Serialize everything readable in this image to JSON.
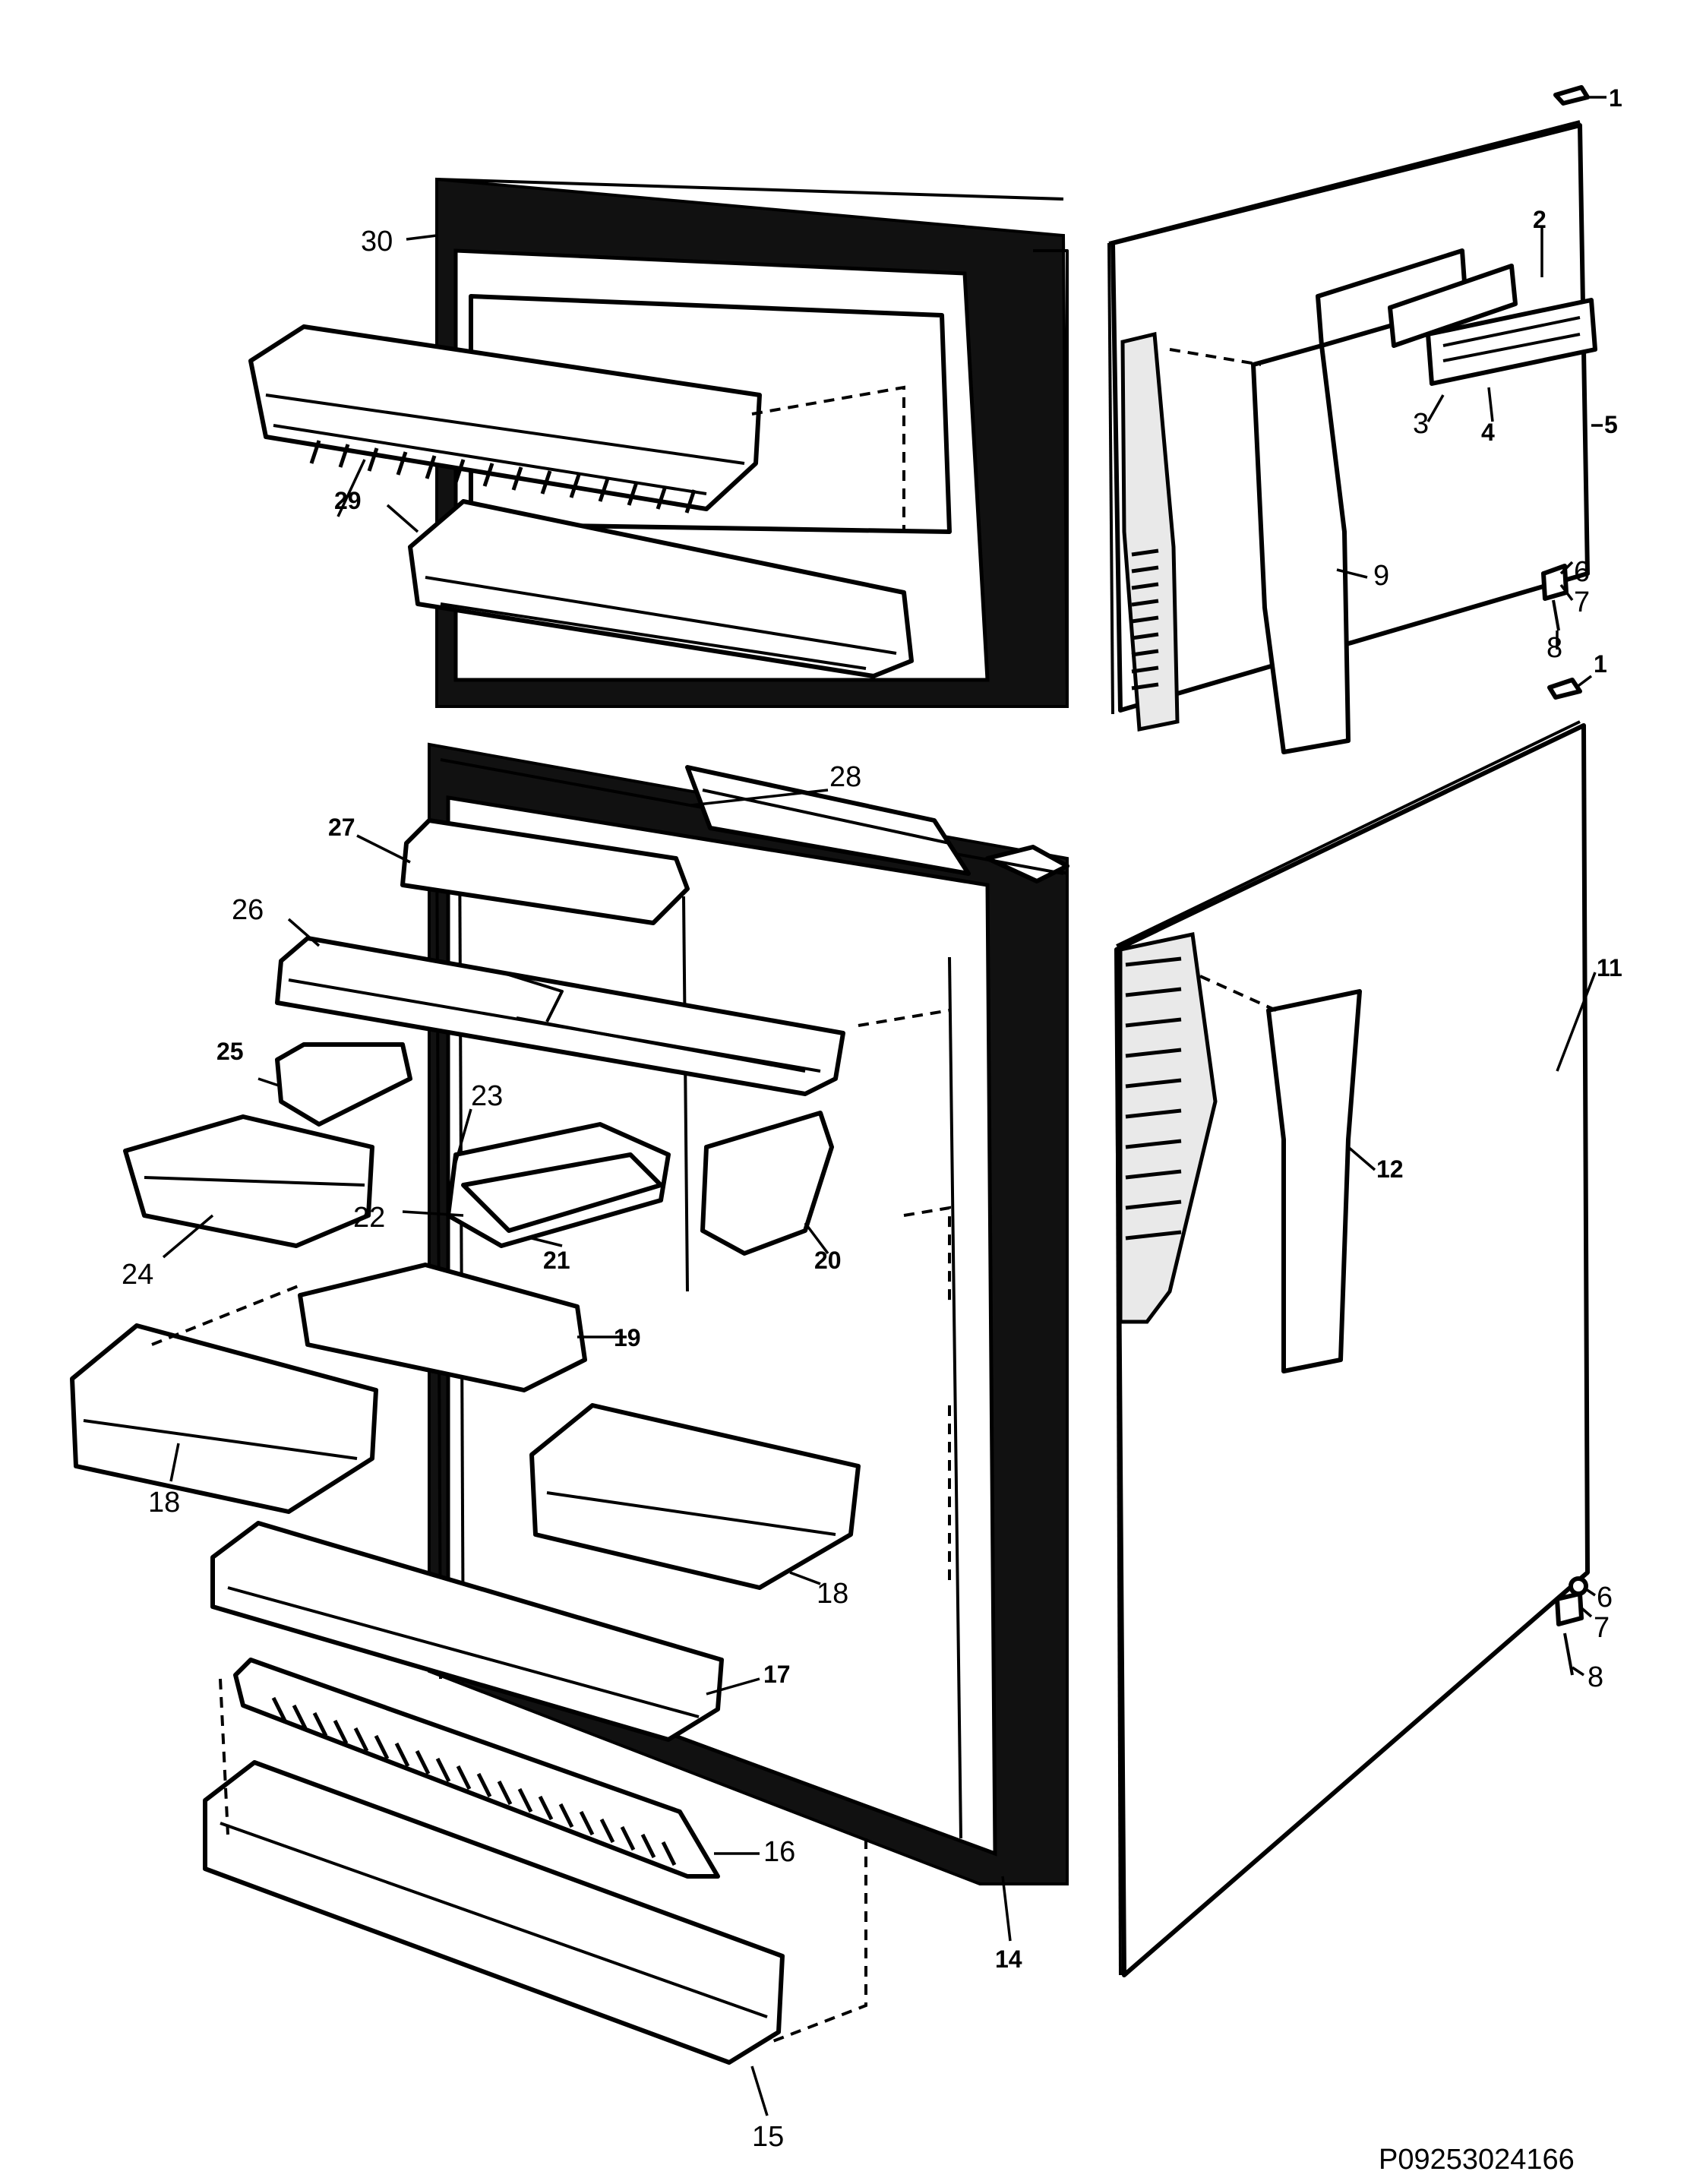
{
  "diagram": {
    "part_code": "P09253024166",
    "callouts": {
      "c1_top": "1",
      "c2": "2",
      "c3": "3",
      "c4": "4",
      "c5": "5",
      "c6_top": "6",
      "c7_top": "7",
      "c8_top": "8",
      "c9": "9",
      "c1_mid": "1",
      "c11": "11",
      "c12": "12",
      "c6_bot": "6",
      "c7_bot": "7",
      "c8_bot": "8",
      "c30": "30",
      "c29": "29",
      "c28": "28",
      "c27": "27",
      "c26": "26",
      "c25": "25",
      "c24": "24",
      "c23": "23",
      "c22": "22",
      "c21": "21",
      "c20": "20",
      "c19": "19",
      "c18_left": "18",
      "c18_right": "18",
      "c17": "17",
      "c16": "16",
      "c15": "15",
      "c14": "14"
    }
  }
}
